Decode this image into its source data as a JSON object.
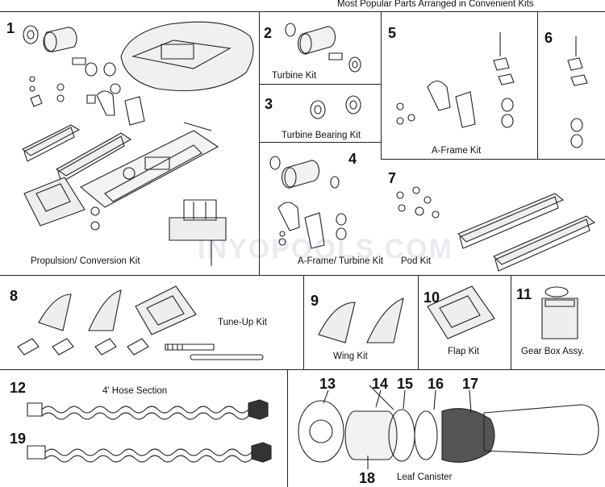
{
  "header": {
    "title": "Most Popular Parts Arranged in Convenient Kits"
  },
  "kits": [
    {
      "num": "1",
      "label": "Propulsion/ Conversion Kit"
    },
    {
      "num": "2",
      "label": "Turbine Kit"
    },
    {
      "num": "3",
      "label": "Turbine Bearing Kit"
    },
    {
      "num": "4",
      "label": "A-Frame/ Turbine Kit"
    },
    {
      "num": "5",
      "label": "A-Frame Kit"
    },
    {
      "num": "6",
      "label": ""
    },
    {
      "num": "7",
      "label": "Pod Kit"
    },
    {
      "num": "8",
      "label": "Tune-Up Kit"
    },
    {
      "num": "9",
      "label": "Wing Kit"
    },
    {
      "num": "10",
      "label": "Flap Kit"
    },
    {
      "num": "11",
      "label": "Gear Box Assy."
    },
    {
      "num": "12",
      "label": "4' Hose Section"
    },
    {
      "num": "19",
      "label": ""
    }
  ],
  "canister": {
    "label": "Leaf Canister",
    "callouts": [
      "13",
      "14",
      "15",
      "16",
      "17",
      "18"
    ]
  },
  "watermark": "INYOPOOLS.COM"
}
